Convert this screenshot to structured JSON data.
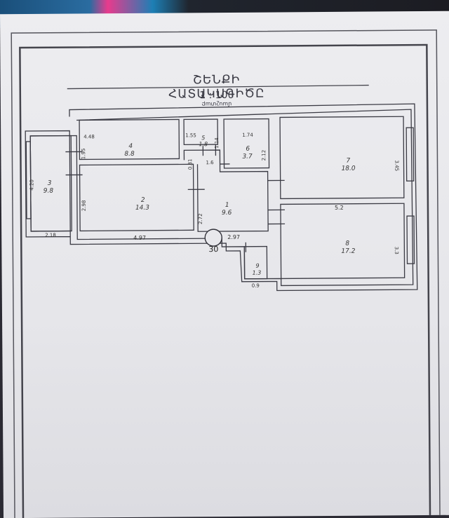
{
  "title": "ՇԵՆՔԻ ՀԱՏԱԿԱԳԻԾԸ",
  "scale": "1 : 100",
  "scale_label": "մասշտաբ",
  "badge": "30",
  "rooms": [
    {
      "number": "1",
      "area": "9.6"
    },
    {
      "number": "2",
      "area": "14.3"
    },
    {
      "number": "3",
      "area": "9.8"
    },
    {
      "number": "4",
      "area": "8.8"
    },
    {
      "number": "5",
      "area": "1.8"
    },
    {
      "number": "6",
      "area": "3.7"
    },
    {
      "number": "7",
      "area": "18.0"
    },
    {
      "number": "8",
      "area": "17.2"
    },
    {
      "number": "9",
      "area": "1.3"
    }
  ],
  "dimensions": {
    "d_448": "4.48",
    "d_155": "1.55",
    "d_174": "1.74",
    "d_195": "1.95",
    "d_114": "1.14",
    "d_212": "2.12",
    "d_345": "3.45",
    "d_420": "4.20",
    "d_298": "2.98",
    "d_081": "0.81",
    "d_16": "1.6",
    "d_52": "5.2",
    "d_272": "2.72",
    "d_218": "2.18",
    "d_497": "4.97",
    "d_297": "2.97",
    "d_33": "3.3",
    "d_09": "0.9"
  }
}
